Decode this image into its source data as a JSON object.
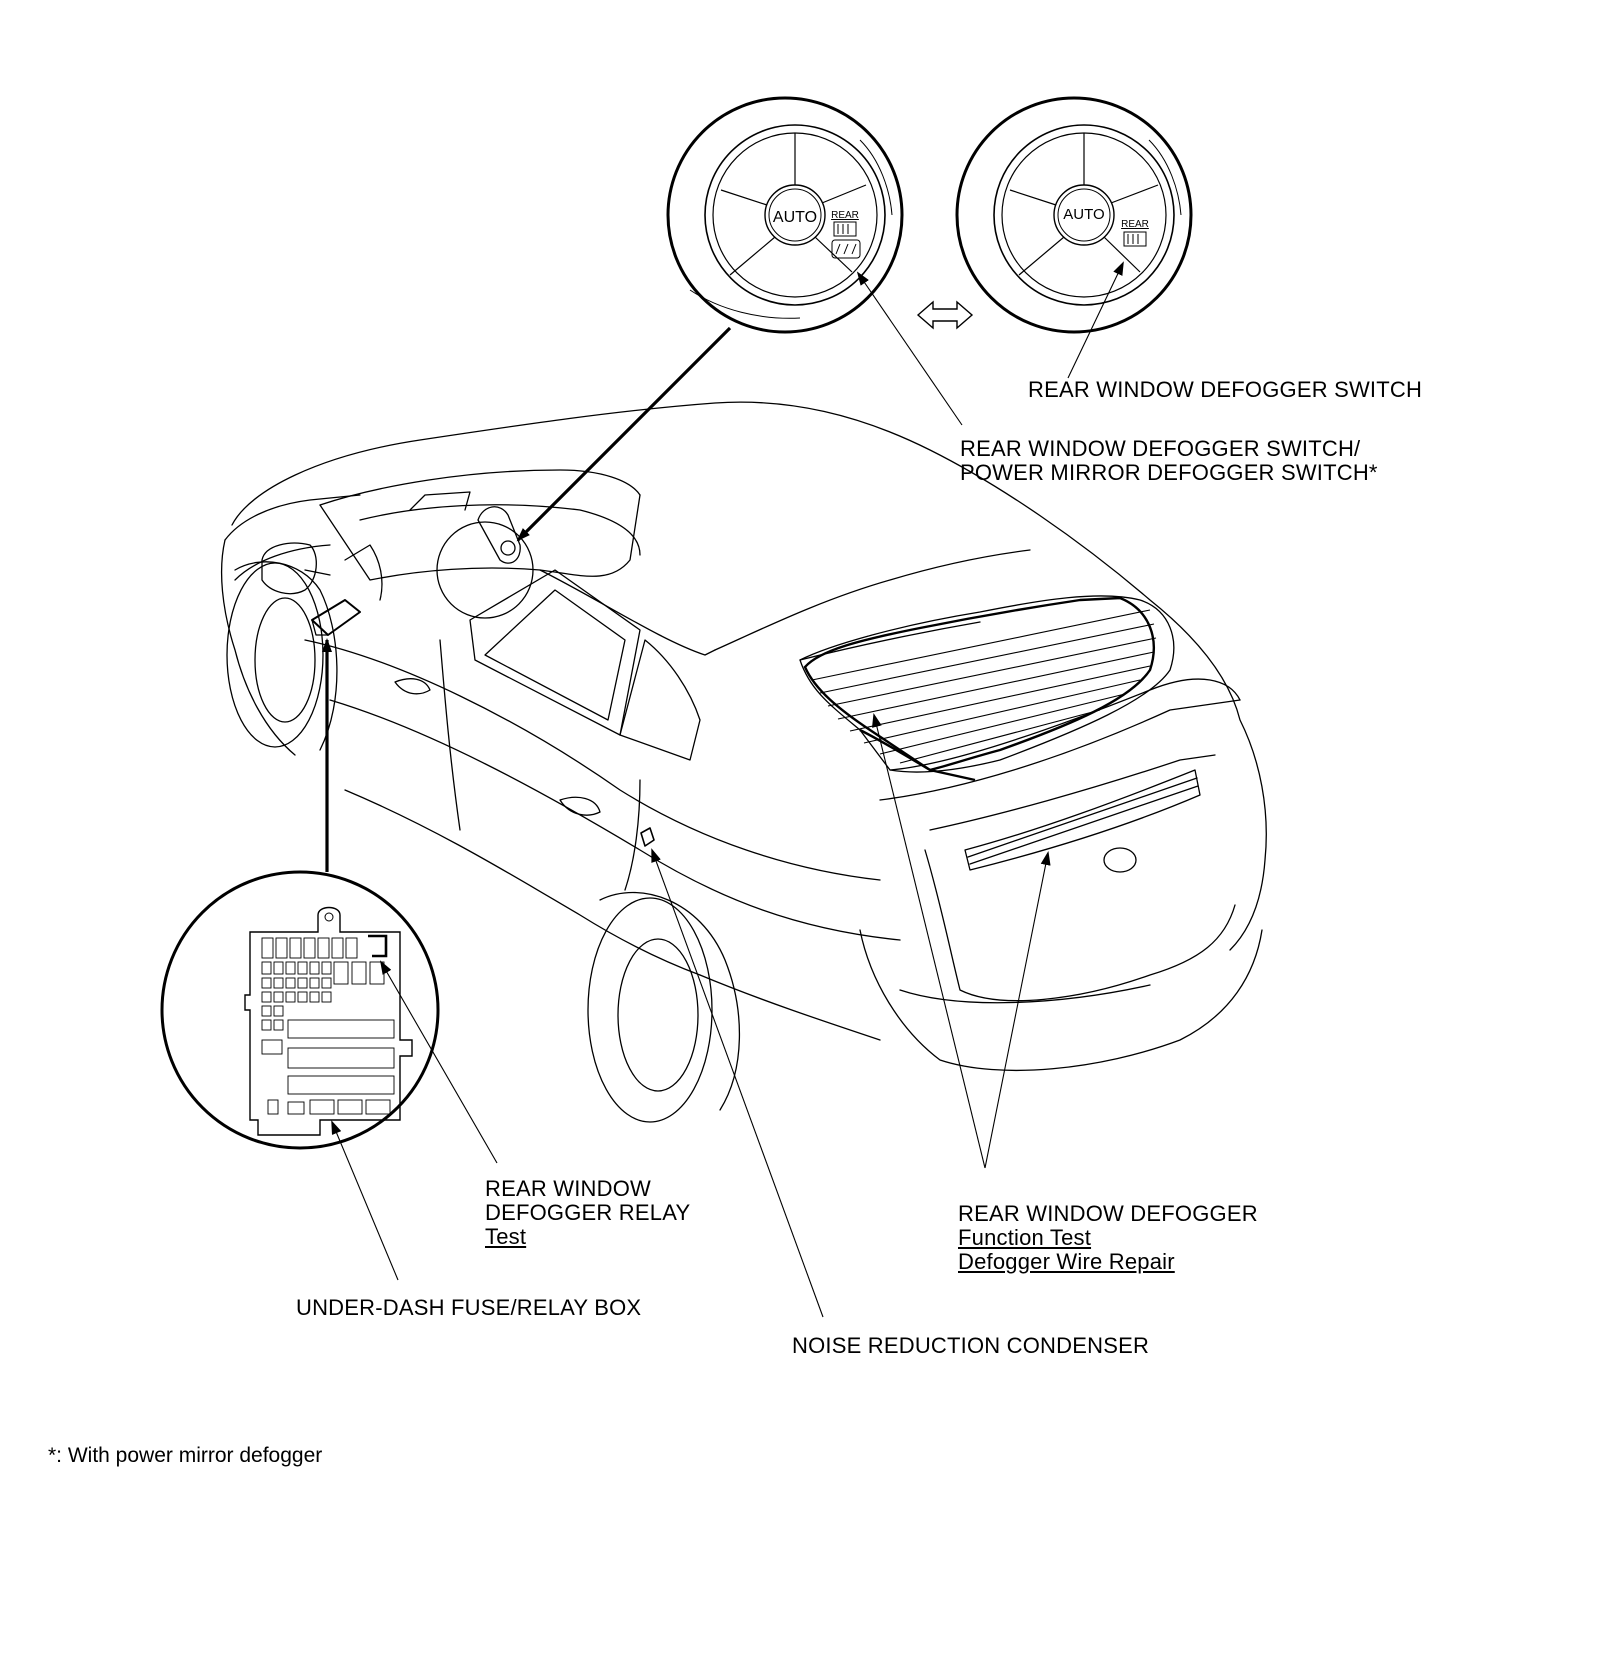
{
  "inset_text": {
    "auto": "AUTO",
    "rear": "REAR"
  },
  "labels": {
    "rear_window_defogger_switch": "REAR WINDOW DEFOGGER SWITCH",
    "rear_window_power_mirror_switch_line1": "REAR WINDOW DEFOGGER SWITCH/",
    "rear_window_power_mirror_switch_line2": "POWER MIRROR DEFOGGER SWITCH*",
    "relay_line1": "REAR WINDOW",
    "relay_line2": "DEFOGGER RELAY",
    "relay_link": "Test",
    "fuse_box": "UNDER-DASH FUSE/RELAY BOX",
    "noise_condenser": "NOISE REDUCTION CONDENSER",
    "defogger_title": "REAR WINDOW DEFOGGER",
    "defogger_link1": "Function Test",
    "defogger_link2": "Defogger Wire Repair"
  },
  "footnote": "*: With power mirror defogger"
}
